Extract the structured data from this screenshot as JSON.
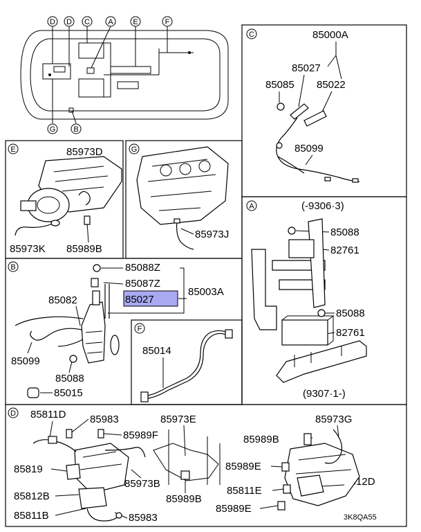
{
  "overview": {
    "callouts": [
      "D",
      "D",
      "C",
      "A",
      "E",
      "F",
      "G",
      "B"
    ]
  },
  "panel_c": {
    "letter": "C",
    "labels": [
      "85000A",
      "85027",
      "85085",
      "85022",
      "85099"
    ]
  },
  "panel_e": {
    "letter": "E",
    "labels": [
      "85973D",
      "85973K",
      "85989B"
    ]
  },
  "panel_g": {
    "letter": "G",
    "labels": [
      "85973J"
    ]
  },
  "panel_a": {
    "letter": "A",
    "labels": [
      "(-9306·3)",
      "85088",
      "82761",
      "85088",
      "82761",
      "(9307·1-)"
    ]
  },
  "panel_b": {
    "letter": "B",
    "labels": [
      "85088Z",
      "85087Z",
      "85003A",
      "85082",
      "85027",
      "85099",
      "85088",
      "85015"
    ],
    "highlight_color": "#a9a9f2"
  },
  "panel_f": {
    "letter": "F",
    "labels": [
      "85014"
    ]
  },
  "panel_d": {
    "letter": "D",
    "labels": [
      "85811D",
      "85983",
      "85989F",
      "85973E",
      "85973G",
      "85989B",
      "85819",
      "85973B",
      "85989E",
      "85812D",
      "85812B",
      "85989B",
      "85811E",
      "85811B",
      "85983",
      "85989E"
    ]
  },
  "footer": {
    "code": "3K8QA55"
  }
}
